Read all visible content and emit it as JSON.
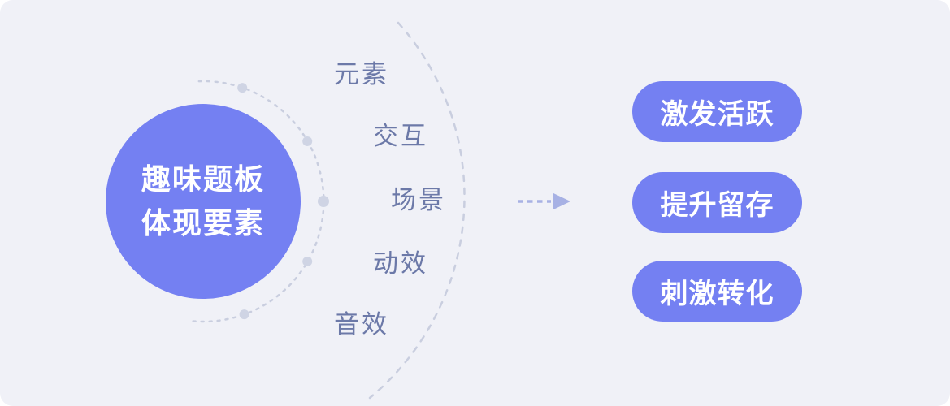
{
  "colors": {
    "card_bg": "#F0F1F7",
    "accent_purple": "#7480F2",
    "text_on_accent": "#FFFFFF",
    "label_text": "#6C79A8",
    "arc_dash": "#C9CEDF",
    "arc_dot": "#CFD4E4",
    "arrow": "#A7B1E4"
  },
  "hub": {
    "line1": "趣味题板",
    "line2": "体现要素"
  },
  "satellites": [
    {
      "text": "元素"
    },
    {
      "text": "交互"
    },
    {
      "text": "场景"
    },
    {
      "text": "动效"
    },
    {
      "text": "音效"
    }
  ],
  "outcomes": [
    {
      "text": "激发活跃"
    },
    {
      "text": "提升留存"
    },
    {
      "text": "刺激转化"
    }
  ]
}
